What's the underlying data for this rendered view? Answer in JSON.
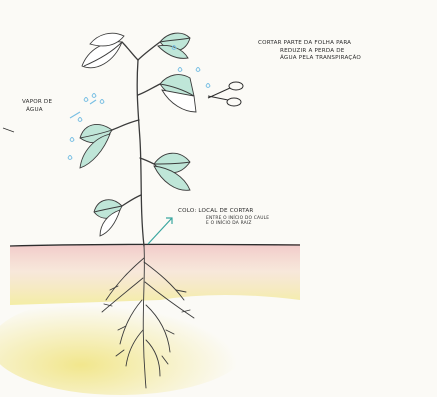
{
  "annotations": {
    "cut_note": {
      "lines": [
        "Cortar parte da folha para",
        "reduzir a perda de",
        "água pela transpiração"
      ]
    },
    "vapor_note": {
      "lines": [
        "Vapor de",
        "água"
      ]
    },
    "collar_note": {
      "title": "Colo: local de cortar",
      "lines": [
        "entre o início do caule",
        "e o início da raiz"
      ]
    }
  },
  "colors": {
    "leaf_fill": "#bfe6d8",
    "leaf_stroke": "#3b3b3b",
    "vapor": "#78bfe3",
    "soil_top": "#efc3c6",
    "soil_bottom": "#f1ea9c",
    "arrow_teal": "#3aa6a0"
  }
}
